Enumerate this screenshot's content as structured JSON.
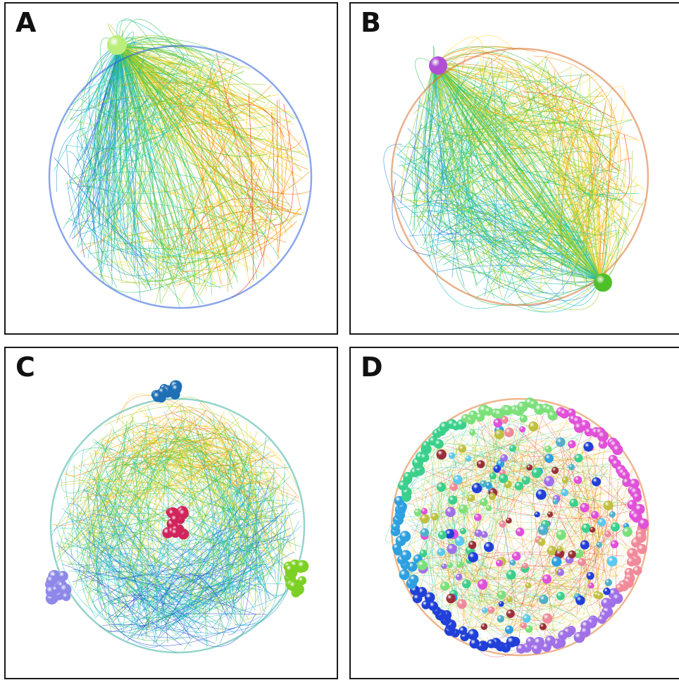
{
  "panels": [
    {
      "id": "a",
      "label": "A"
    },
    {
      "id": "b",
      "label": "B"
    },
    {
      "id": "c",
      "label": "C"
    },
    {
      "id": "d",
      "label": "D"
    }
  ],
  "palette": [
    "#e41a1c",
    "#ff7f00",
    "#ffd21f",
    "#9ccc20",
    "#33c45a",
    "#19c3c0",
    "#1f8fe0",
    "#1f3fd0"
  ],
  "markers": {
    "a": [
      "#b9ee7a"
    ],
    "b": [
      "#b04fd6",
      "#4fbf2a"
    ],
    "c": [
      "#1f6fb5",
      "#d0245a",
      "#8e88e8",
      "#7cd023"
    ]
  }
}
